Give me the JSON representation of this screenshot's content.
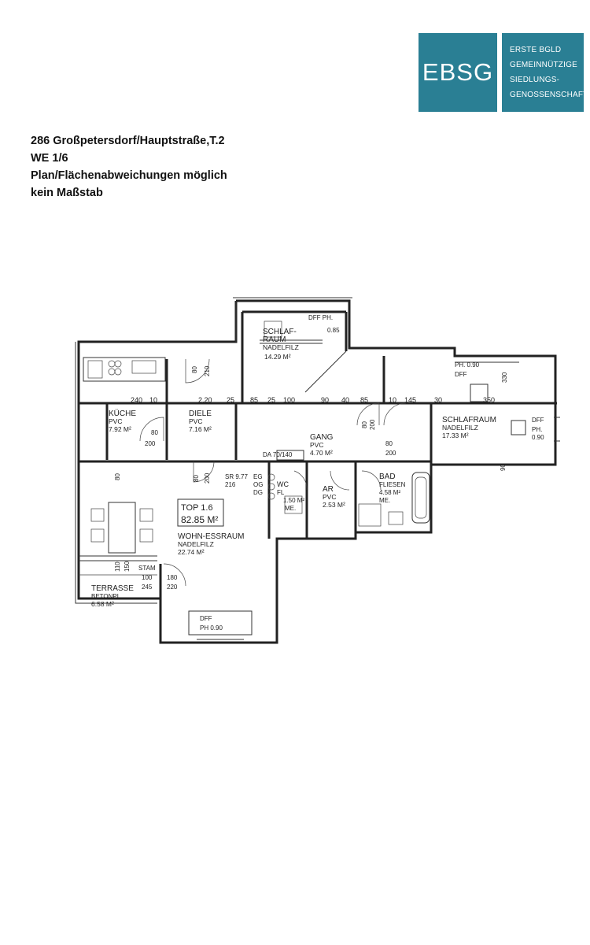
{
  "logo": {
    "abbr": "EBSG",
    "lines": [
      "ERSTE BGLD",
      "GEMEINNÜTZIGE",
      "SIEDLUNGS-",
      "GENOSSENSCHAFT"
    ],
    "color": "#2a7f94"
  },
  "header": {
    "line1": "286 Großpetersdorf/Hauptstraße,T.2",
    "line2": "WE 1/6",
    "line3": "Plan/Flächenabweichungen möglich",
    "line4": "kein Maßstab"
  },
  "plan": {
    "unit": {
      "name": "TOP 1.6",
      "area": "82.85 M²"
    },
    "rooms": {
      "schlafraum1": {
        "name1": "SCHLAF-",
        "name2": "RAUM",
        "floor": "NADELFILZ",
        "area": "14.29 M²"
      },
      "schlafraum2": {
        "name": "SCHLAFRAUM",
        "floor": "NADELFILZ",
        "area": "17.33 M²"
      },
      "kueche": {
        "name": "KÜCHE",
        "floor": "PVC",
        "area": "7.92 M²"
      },
      "diele": {
        "name": "DIELE",
        "floor": "PVC",
        "area": "7.16 M²"
      },
      "gang": {
        "name": "GANG",
        "floor": "PVC",
        "area": "4.70 M²"
      },
      "ar": {
        "name": "AR",
        "floor": "PVC",
        "area": "2.53 M²"
      },
      "bad": {
        "name": "BAD",
        "floor": "FLIESEN",
        "area": "4.58 M²",
        "extra": "ME."
      },
      "wc": {
        "name": "WC",
        "floor": "FL",
        "area": "1.50 M²",
        "extra": "ME."
      },
      "wohn": {
        "name": "WOHN-ESSRAUM",
        "floor": "NADELFILZ",
        "area": "22.74 M²"
      },
      "terrasse": {
        "name": "TERRASSE",
        "floor": "BETONPL",
        "area": "6.58 M²"
      }
    },
    "labels": {
      "dff_ph_top": "DFF PH.",
      "d085": "0.85",
      "ph090_dff": "PH. 0.90",
      "dff": "DFF",
      "dff_right": "DFF",
      "ph_right": "PH.",
      "d090_right": "0.90",
      "d330": "330",
      "d90_right": "90",
      "d350": "350",
      "d30": "30",
      "d145": "145",
      "d10": "10",
      "d80_top": "80",
      "d90": "90",
      "d40": "40",
      "d85": "85",
      "d100": "100",
      "d25": "25",
      "d85b": "85",
      "d25b": "25",
      "d220": "2.20",
      "d240": "240",
      "d10b": "10",
      "d80_210": "80",
      "d210": "210",
      "d80_kue": "80",
      "d200_kue": "200",
      "d80_gang": "80",
      "d200_gang": "200",
      "d80_schlaf": "80",
      "d200_schlaf": "200",
      "da": "DA 70/140",
      "sr": "SR 9.77",
      "d216": "216",
      "eg": "EG",
      "og": "OG",
      "dg": "DG",
      "stam": "STAM",
      "d100_stam": "100",
      "d245": "245",
      "d180": "180",
      "d220b": "220",
      "d110": "110",
      "d150": "150",
      "dff_bottom": "DFF",
      "ph090_bottom": "PH 0.90",
      "d80_w": "80",
      "d80_w2": "80",
      "d200_w": "200"
    }
  }
}
